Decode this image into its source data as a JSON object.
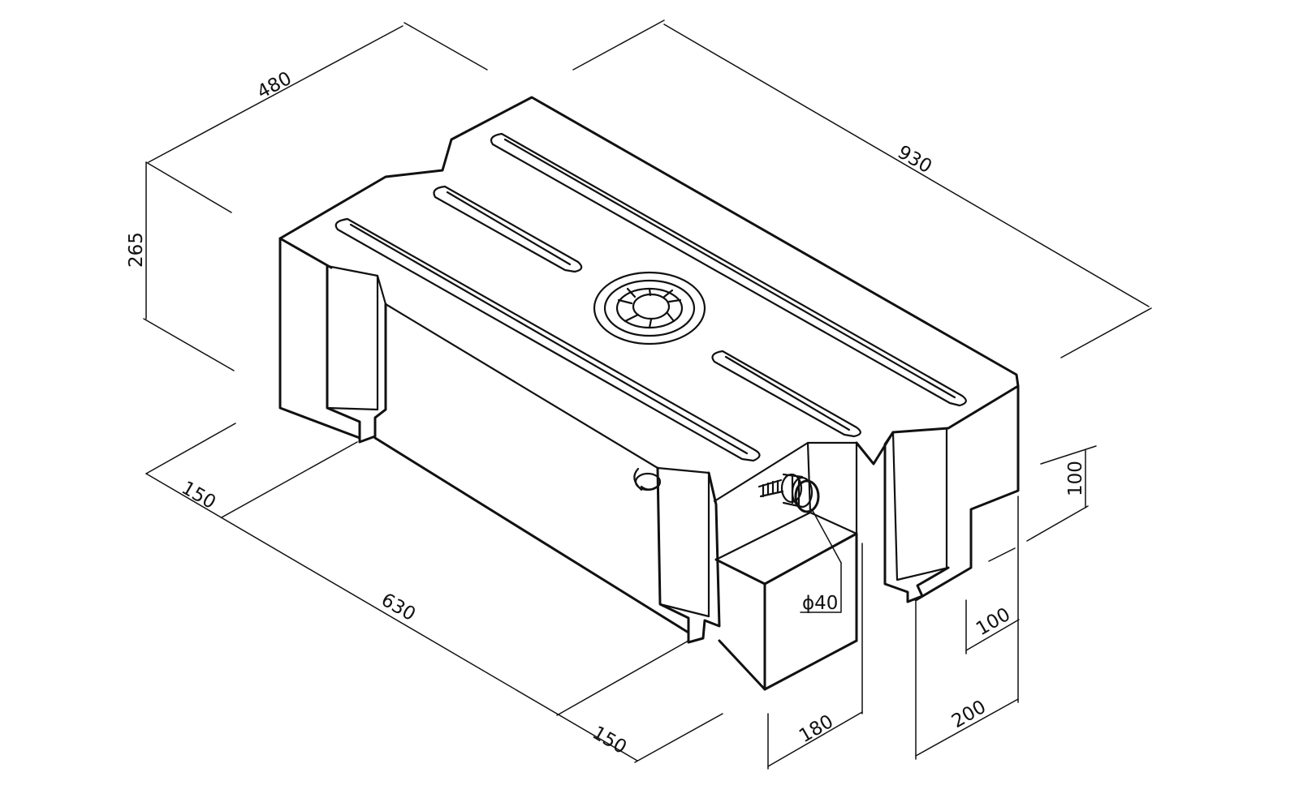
{
  "dimensions": {
    "width_480": "480",
    "length_930": "930",
    "height_265": "265",
    "offset_150_left": "150",
    "length_630": "630",
    "offset_150_front": "150",
    "width_180": "180",
    "depth_200": "200",
    "step_100_horizontal": "100",
    "step_100_vertical": "100",
    "pipe_diameter": "ϕ40"
  }
}
